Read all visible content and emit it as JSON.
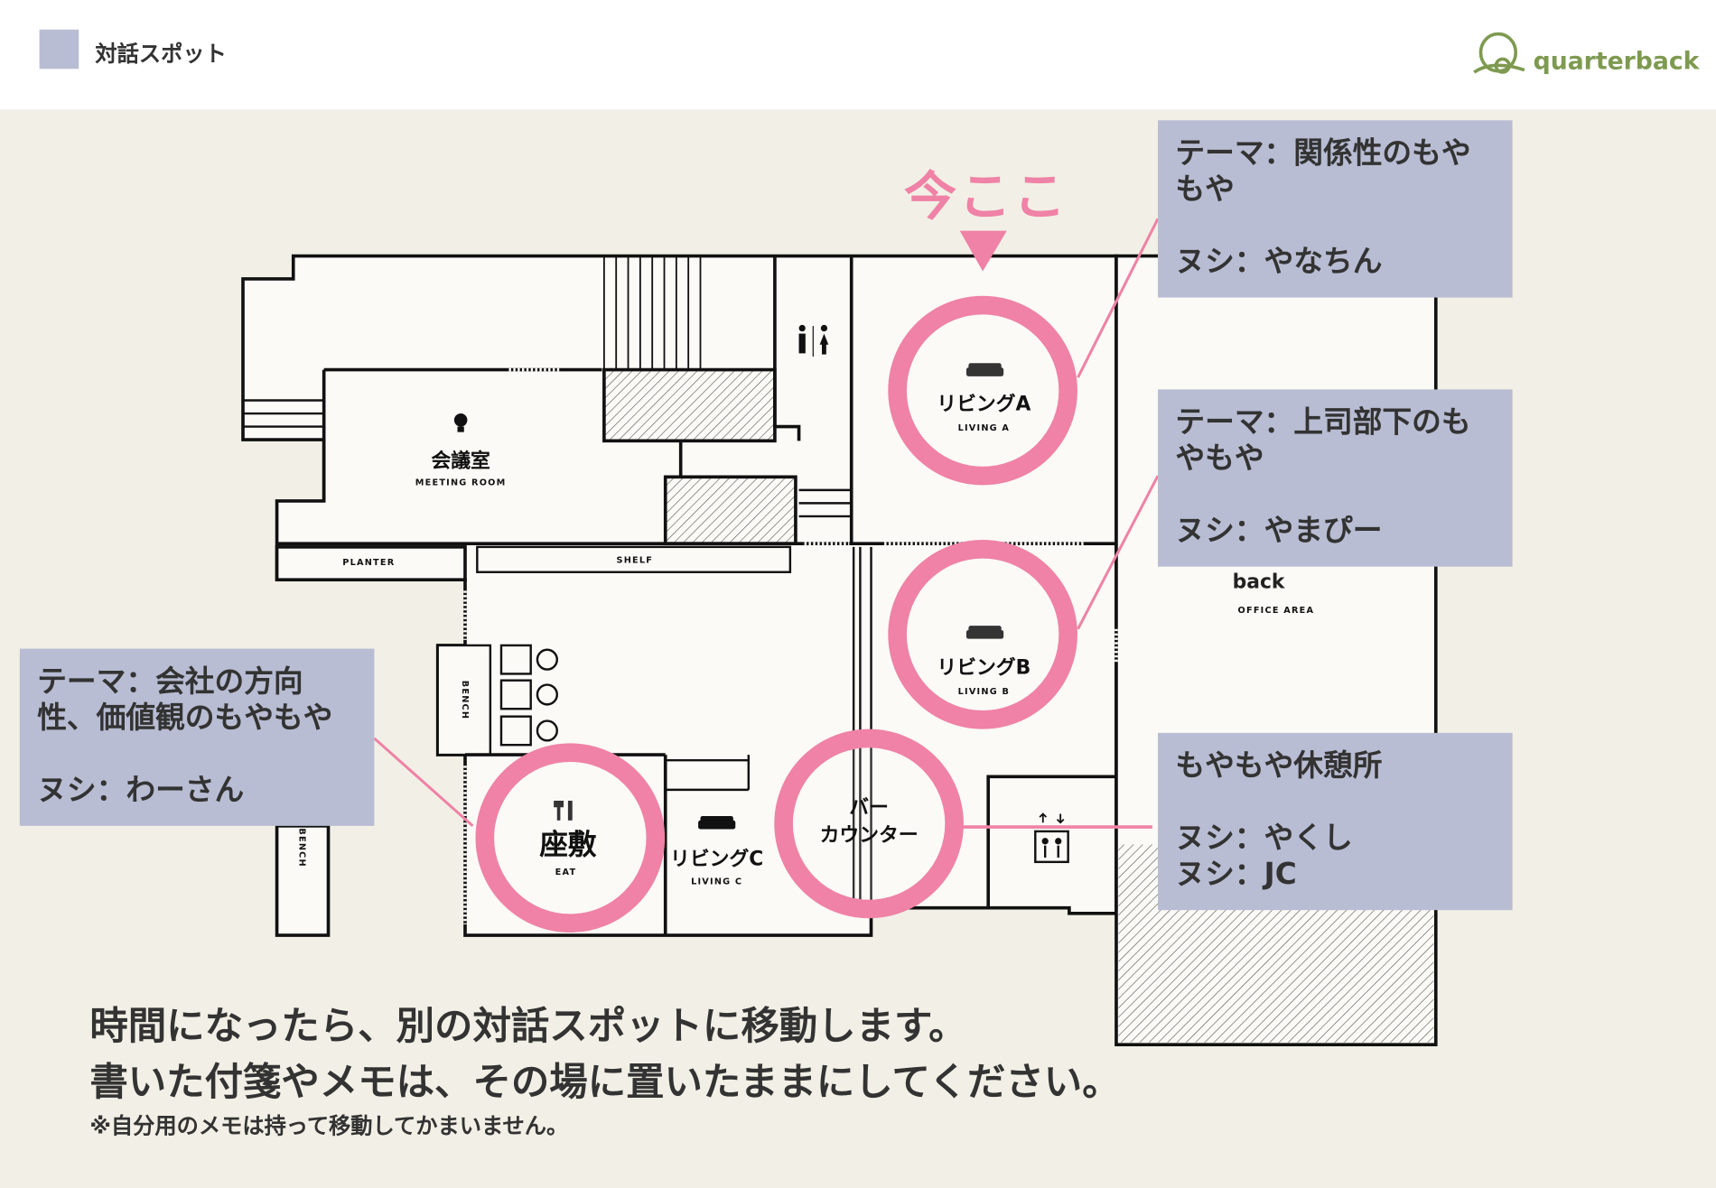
{
  "header": {
    "title": "対話スポット",
    "logo": "quarterback"
  },
  "marker": {
    "label": "今ここ",
    "color": "#ef82a6"
  },
  "colors": {
    "note_bg": "#b9bdd3",
    "accent": "#ef82a6",
    "logo": "#7e9a50"
  },
  "spots": [
    {
      "theme_lines": [
        "テーマ：関係性のもや",
        "もや"
      ],
      "host_lines": [
        "ヌシ：やなちん"
      ]
    },
    {
      "theme_lines": [
        "テーマ：上司部下のも",
        "やもや"
      ],
      "host_lines": [
        "ヌシ：やまぴー"
      ]
    },
    {
      "theme_lines": [
        "もやもや休憩所"
      ],
      "host_lines": [
        "ヌシ：やくし",
        "ヌシ：JC"
      ]
    },
    {
      "theme_lines": [
        "テーマ：会社の方向",
        "性、価値観のもやもや"
      ],
      "host_lines": [
        "ヌシ：わーさん"
      ]
    }
  ],
  "map": {
    "meeting_room": {
      "jp": "会議室",
      "en": "MEETING ROOM"
    },
    "planter": "PLANTER",
    "shelf": "SHELF",
    "bench": "BENCH",
    "living_a": {
      "jp": "リビングA",
      "en": "LIVING A"
    },
    "living_b": {
      "jp": "リビングB",
      "en": "LIVING B"
    },
    "living_c": {
      "jp": "リビングC",
      "en": "LIVING C"
    },
    "zashiki": {
      "jp": "座敷",
      "en": "EAT"
    },
    "bar": {
      "line1": "バー",
      "line2": "カウンター"
    },
    "office": {
      "logo": "back",
      "en": "OFFICE AREA"
    }
  },
  "footer": {
    "line1": "時間になったら、別の対話スポットに移動します。",
    "line2": "書いた付箋やメモは、その場に置いたままにしてください。",
    "note": "※自分用のメモは持って移動してかまいません。"
  }
}
